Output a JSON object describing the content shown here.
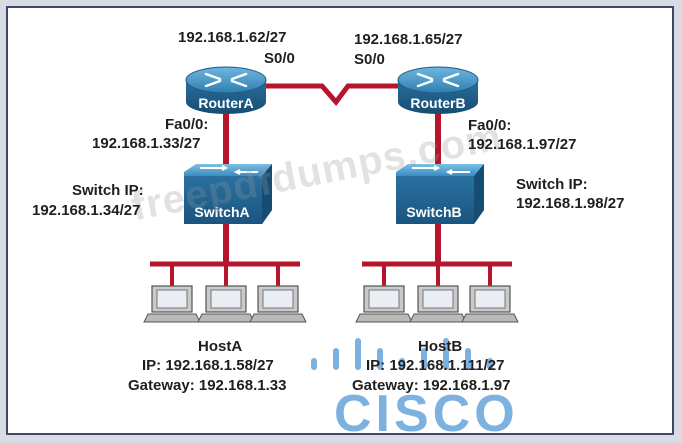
{
  "routerA": {
    "name": "RouterA",
    "serial_ip": "192.168.1.62/27",
    "serial_if": "S0/0",
    "fa_if": "Fa0/0:",
    "fa_ip": "192.168.1.33/27"
  },
  "routerB": {
    "name": "RouterB",
    "serial_ip": "192.168.1.65/27",
    "serial_if": "S0/0",
    "fa_if": "Fa0/0:",
    "fa_ip": "192.168.1.97/27"
  },
  "switchA": {
    "name": "SwitchA",
    "ip_label": "Switch IP:",
    "ip": "192.168.1.34/27"
  },
  "switchB": {
    "name": "SwitchB",
    "ip_label": "Switch IP:",
    "ip": "192.168.1.98/27"
  },
  "hostA": {
    "name": "HostA",
    "ip": "IP: 192.168.1.58/27",
    "gateway": "Gateway: 192.168.1.33"
  },
  "hostB": {
    "name": "HostB",
    "ip": "IP: 192.168.1.111/27",
    "gateway": "Gateway: 192.168.1.97"
  },
  "watermark": "freepdfdumps.com",
  "logo_text": "CISCO",
  "colors": {
    "link": "#b5162c",
    "device": "#2f7fb0",
    "device_dark": "#1d5a84",
    "frame": "#3b4a6b"
  }
}
